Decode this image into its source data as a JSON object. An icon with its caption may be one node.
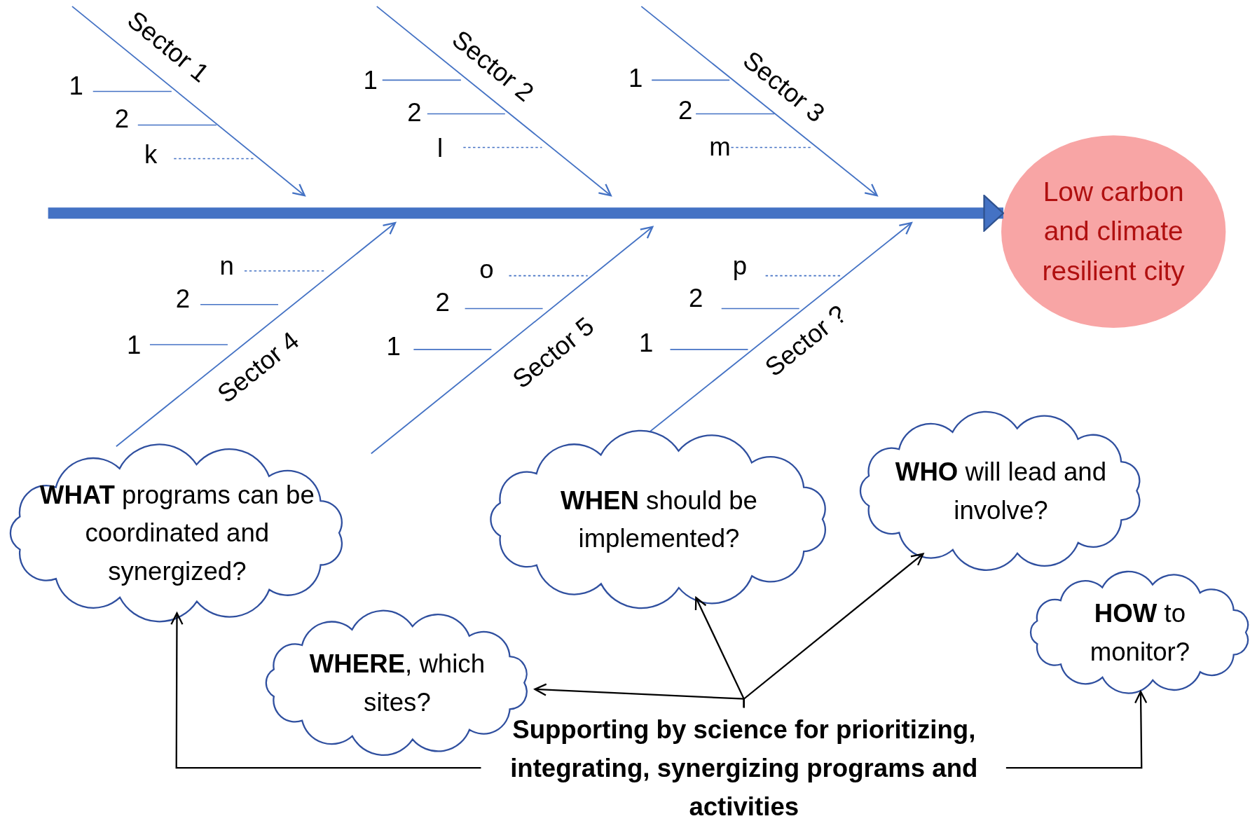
{
  "diagram": {
    "nodes": [
      {
        "text": [
          "Low carbon and climate resilient city"
        ]
      },
      {
        "text": [
          "**WHAT** programs can be coordinated and synergized?"
        ]
      },
      {
        "text": [
          "**WHERE**, which sites?"
        ]
      },
      {
        "text": [
          "**WHEN** should be implemented?"
        ]
      },
      {
        "text": [
          "**WHO**  will lead and involve?"
        ]
      },
      {
        "text": [
          "**HOW** to monitor?"
        ]
      },
      {
        "text": [
          "Supporting by science for prioritizing, integrating, synergizing programs and activities"
        ]
      }
    ],
    "edges": [
      {
        "from": null,
        "to": 0,
        "arrow": "to",
        "style": "thick",
        "color": "#4472c4"
      },
      {
        "from": 6,
        "to": 1,
        "arrow": "to"
      },
      {
        "from": 6,
        "to": 2,
        "arrow": "to"
      },
      {
        "from": 6,
        "to": 3,
        "arrow": "to"
      },
      {
        "from": 6,
        "to": 4,
        "arrow": "to"
      },
      {
        "from": 6,
        "to": 5,
        "arrow": "to"
      }
    ],
    "labels": [
      "Sector 1",
      "1",
      "2",
      "k",
      "Sector 2",
      "1",
      "2",
      "l",
      "Sector 3",
      "1",
      "2",
      "m",
      "n",
      "2",
      "1",
      "Sector 4",
      "o",
      "2",
      "1",
      "Sector 5",
      "p",
      "2",
      "1",
      "Sector ?"
    ]
  }
}
